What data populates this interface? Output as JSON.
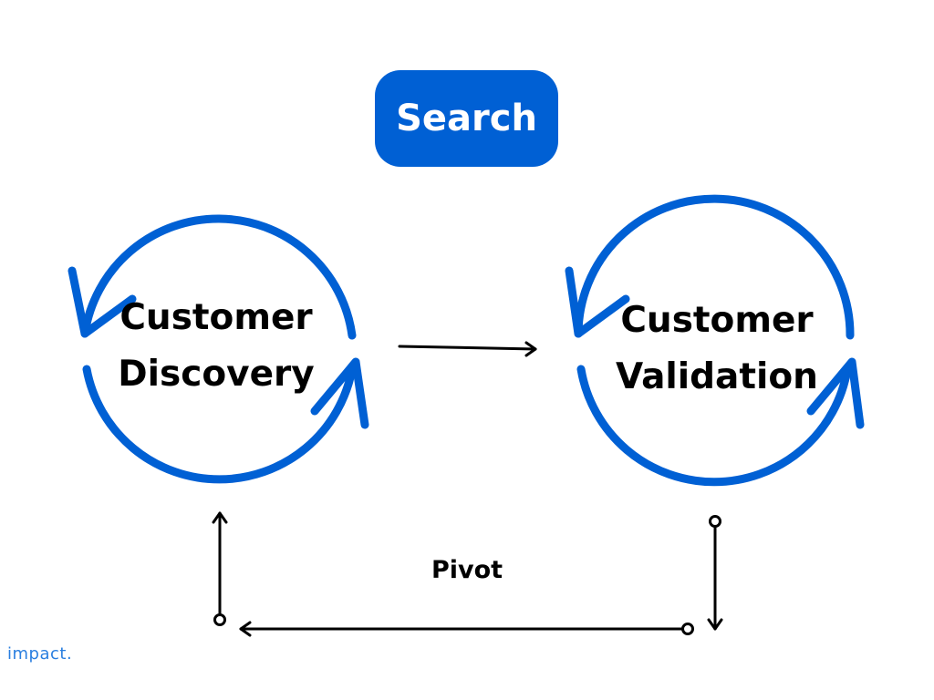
{
  "diagram": {
    "header": {
      "label": "Search"
    },
    "stages": [
      {
        "line1": "Customer",
        "line2": "Discovery"
      },
      {
        "line1": "Customer",
        "line2": "Validation"
      }
    ],
    "pivot": {
      "label": "Pivot"
    }
  },
  "brand": {
    "logo_text": "impact."
  },
  "colors": {
    "accent_blue": "#0060d4",
    "arrow_black": "#000000",
    "logo_blue": "#2a7fe0"
  }
}
